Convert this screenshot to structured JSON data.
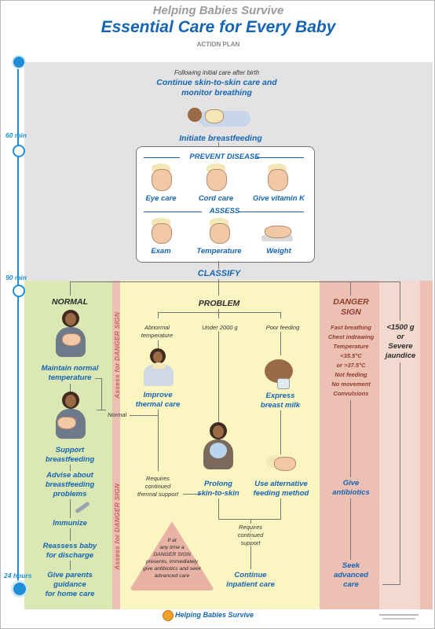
{
  "header": {
    "kicker": "Helping Babies Survive",
    "title": "Essential Care for Every Baby",
    "subtitle": "ACTION PLAN"
  },
  "timeline": {
    "labels": [
      "60 min",
      "90 min",
      "24 hours"
    ]
  },
  "top": {
    "pre_note": "Following initial care after birth",
    "main_line1": "Continue skin-to-skin care and",
    "main_line2": "monitor breathing",
    "initiate": "Initiate breastfeeding"
  },
  "box": {
    "prevent_title": "PREVENT DISEASE",
    "prevent_items": [
      "Eye care",
      "Cord care",
      "Give vitamin K"
    ],
    "assess_title": "ASSESS",
    "assess_items": [
      "Exam",
      "Temperature",
      "Weight"
    ]
  },
  "classify": "CLASSIFY",
  "normal": {
    "title": "NORMAL",
    "maintain": [
      "Maintain normal",
      "temperature"
    ],
    "support": [
      "Support",
      "breastfeeding"
    ],
    "advise": [
      "Advise about",
      "breastfeeding",
      "problems"
    ],
    "immunize": "Immunize",
    "reassess": [
      "Reassess baby",
      "for discharge"
    ],
    "guidance": [
      "Give parents",
      "guidance",
      "for home care"
    ]
  },
  "assess_danger_label": "Assess for DANGER SIGN",
  "problem": {
    "title": "PROBLEM",
    "col1_label": [
      "Abnormal",
      "temperature"
    ],
    "col2_label": "Under 2000 g",
    "col3_label": "Poor feeding",
    "improve": [
      "Improve",
      "thermal care"
    ],
    "normal_arrow": "Normal",
    "express": [
      "Express",
      "breast milk"
    ],
    "requires_thermal": [
      "Requires",
      "continued",
      "thermal support"
    ],
    "prolong": [
      "Prolong",
      "skin-to-skin"
    ],
    "alt_feeding": [
      "Use alternative",
      "feeding method"
    ],
    "requires_support": [
      "Requires",
      "continued",
      "support"
    ],
    "continue": [
      "Continue",
      "inpatient care"
    ],
    "triangle": [
      "If at",
      "any time a",
      "DANGER SIGN",
      "presents, immediately",
      "give antibiotics and seek",
      "advanced care"
    ]
  },
  "danger": {
    "title": [
      "DANGER",
      "SIGN"
    ],
    "signs": [
      "Fast breathing",
      "Chest indrawing",
      "Temperature",
      "<35.5°C",
      "or >37.5°C",
      "Not feeding",
      "No movement",
      "Convulsions"
    ],
    "give": [
      "Give",
      "antibiotics"
    ],
    "seek": [
      "Seek",
      "advanced",
      "care"
    ]
  },
  "lowweight": {
    "label": [
      "<1500 g",
      "or",
      "Severe",
      "jaundice"
    ]
  },
  "footer": {
    "logo_text": "Helping Babies Survive"
  },
  "colors": {
    "blue": "#1565b3",
    "grey_zone": "#e3e3e3",
    "green_zone": "#dbe8b4",
    "yellow_zone": "#fbf6c1",
    "red_zone": "#ecc1b4",
    "danger_text": "#8e3b2c"
  }
}
